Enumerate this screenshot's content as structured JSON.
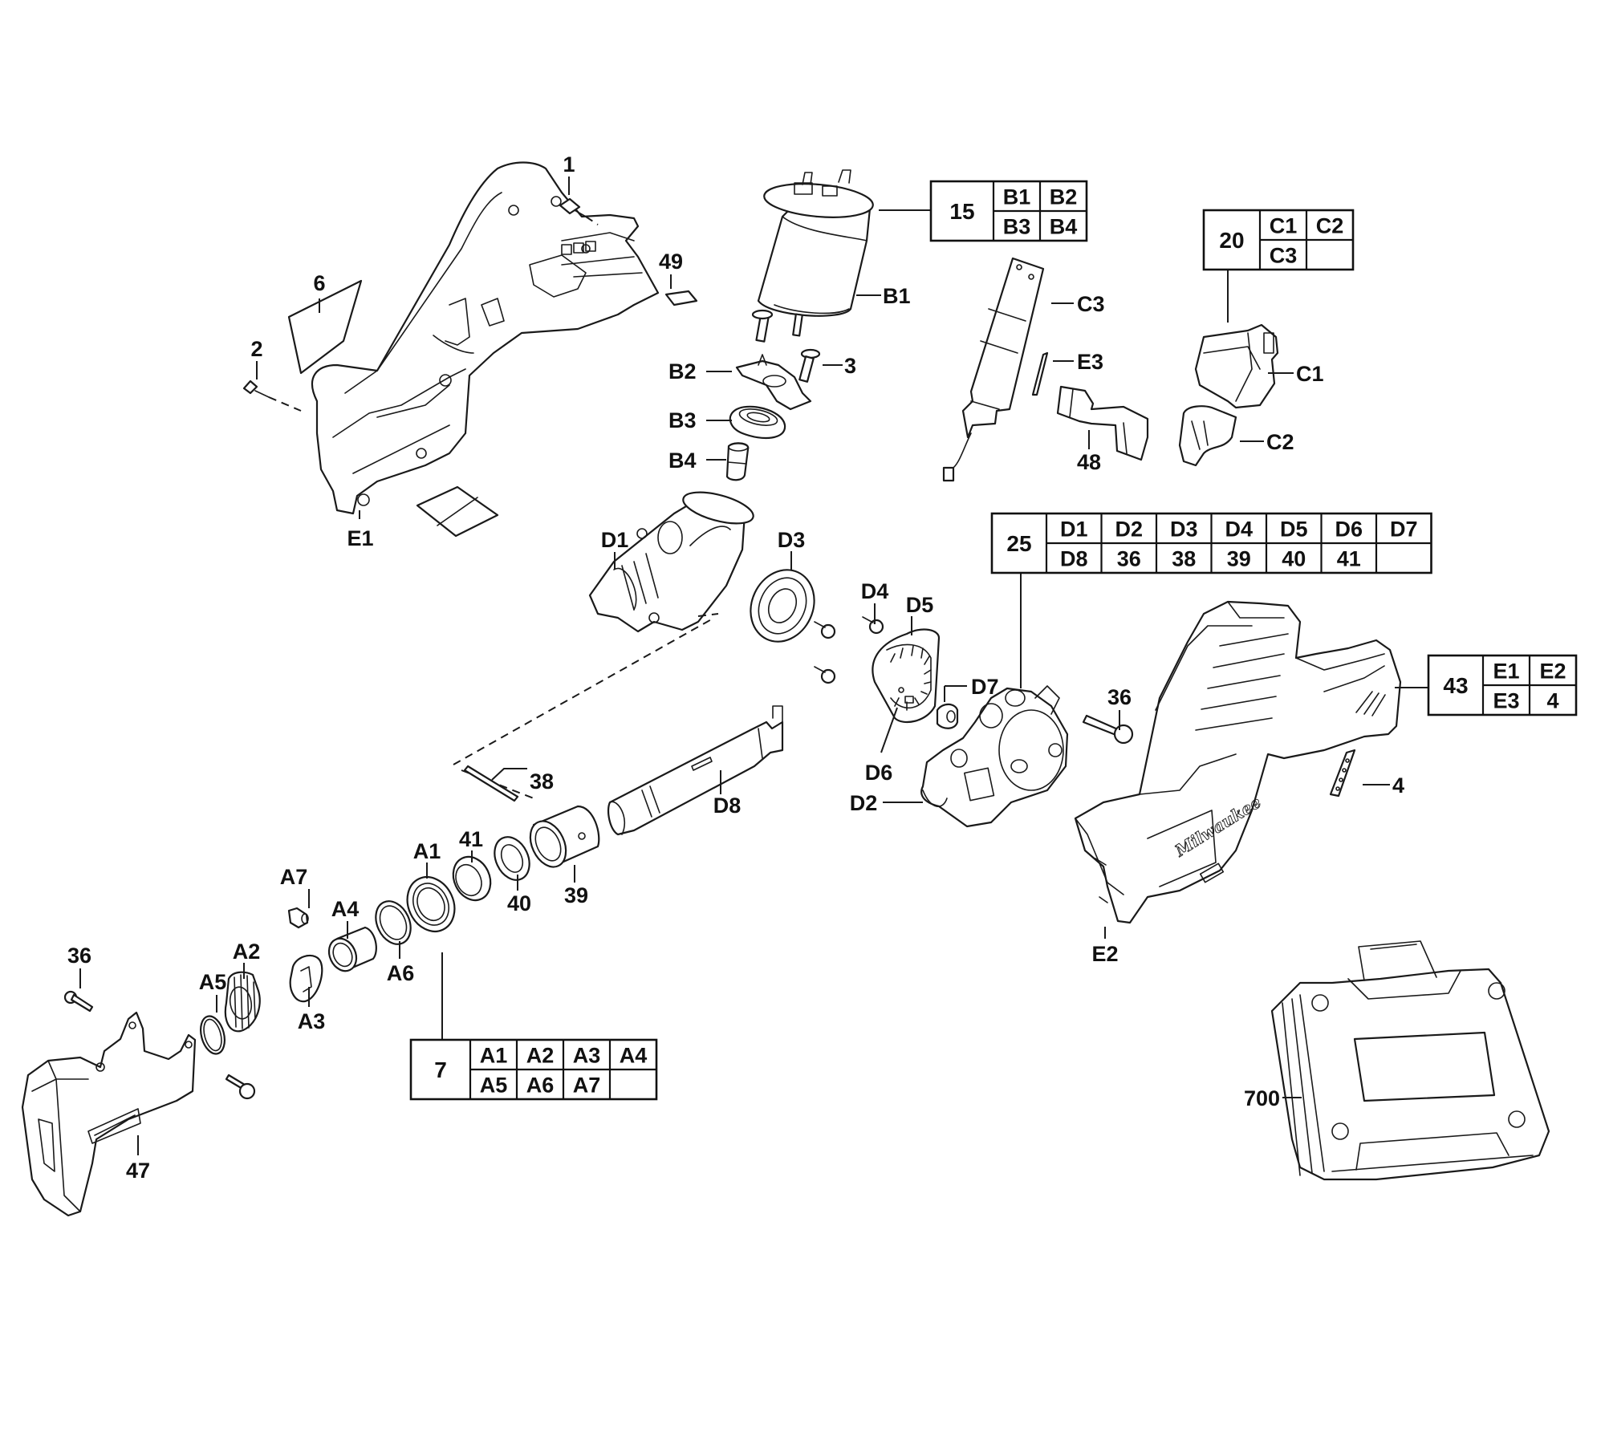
{
  "diagram": {
    "title": "Exploded parts view – compact reciprocating saw",
    "callouts": {
      "c1": "1",
      "c2": "2",
      "c3": "3",
      "c4": "4",
      "c6": "6",
      "c36a": "36",
      "c36b": "36",
      "c38": "38",
      "c39": "39",
      "c40": "40",
      "c41": "41",
      "c47": "47",
      "c48": "48",
      "c49": "49",
      "c700": "700",
      "A1": "A1",
      "A2": "A2",
      "A3": "A3",
      "A4": "A4",
      "A5": "A5",
      "A6": "A6",
      "A7": "A7",
      "B1": "B1",
      "B2": "B2",
      "B3": "B3",
      "B4": "B4",
      "C1": "C1",
      "C2": "C2",
      "C3": "C3",
      "D1": "D1",
      "D2": "D2",
      "D3": "D3",
      "D4": "D4",
      "D5": "D5",
      "D6": "D6",
      "D7": "D7",
      "D8": "D8",
      "E1": "E1",
      "E2": "E2",
      "E3": "E3"
    },
    "assemblies": [
      {
        "id": "15",
        "rows": [
          [
            "B1",
            "B2"
          ],
          [
            "B3",
            "B4"
          ]
        ]
      },
      {
        "id": "20",
        "rows": [
          [
            "C1",
            "C2"
          ],
          [
            "C3",
            ""
          ]
        ]
      },
      {
        "id": "25",
        "rows": [
          [
            "D1",
            "D2",
            "D3",
            "D4",
            "D5",
            "D6",
            "D7"
          ],
          [
            "D8",
            "36",
            "38",
            "39",
            "40",
            "41",
            ""
          ]
        ]
      },
      {
        "id": "43",
        "rows": [
          [
            "E1",
            "E2"
          ],
          [
            "E3",
            "4"
          ]
        ]
      },
      {
        "id": "7",
        "rows": [
          [
            "A1",
            "A2",
            "A3",
            "A4"
          ],
          [
            "A5",
            "A6",
            "A7",
            ""
          ]
        ]
      }
    ],
    "brand_mark": "Milwaukee"
  }
}
